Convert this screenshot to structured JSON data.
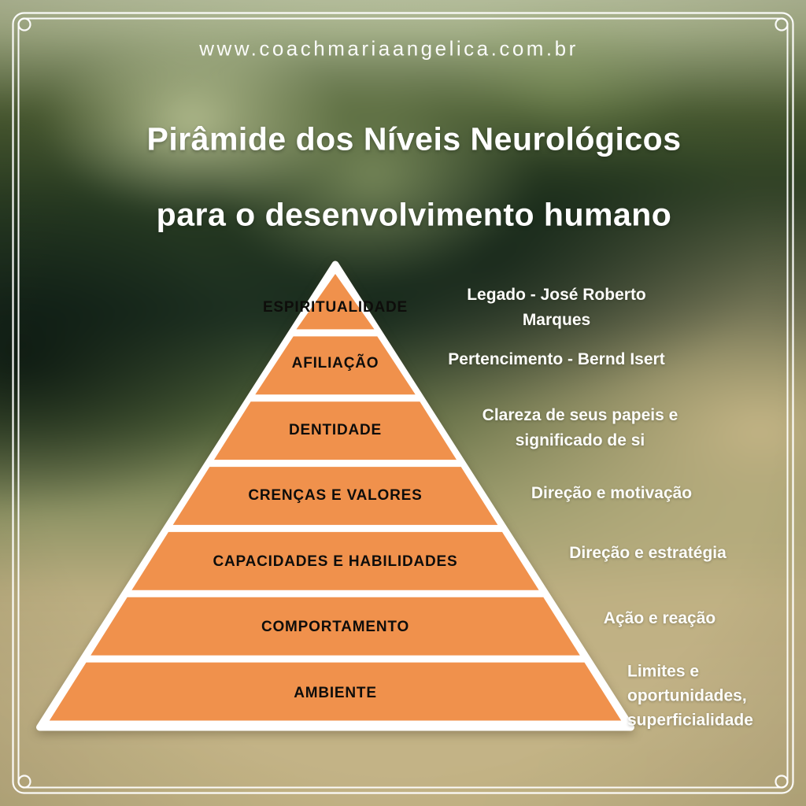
{
  "header": {
    "website": "www.coachmariaangelica.com.br",
    "title_line1": "Pirâmide dos Níveis Neurológicos",
    "title_line2": "para o desenvolvimento humano"
  },
  "pyramid": {
    "fill_color": "#F0914C",
    "levels": [
      {
        "label": "ESPIRITUALIDADE",
        "annotation": "Legado - José Roberto Marques"
      },
      {
        "label": "AFILIAÇÃO",
        "annotation": "Pertencimento - Bernd Isert"
      },
      {
        "label": "DENTIDADE",
        "annotation": "Clareza de seus papeis e\nsignificado de si"
      },
      {
        "label": "CRENÇAS E VALORES",
        "annotation": "Direção e motivação"
      },
      {
        "label": "CAPACIDADES E HABILIDADES",
        "annotation": "Direção e estratégia"
      },
      {
        "label": "COMPORTAMENTO",
        "annotation": "Ação e reação"
      },
      {
        "label": "AMBIENTE",
        "annotation": "Limites e\noportunidades,\nsuperficialidade"
      }
    ]
  }
}
